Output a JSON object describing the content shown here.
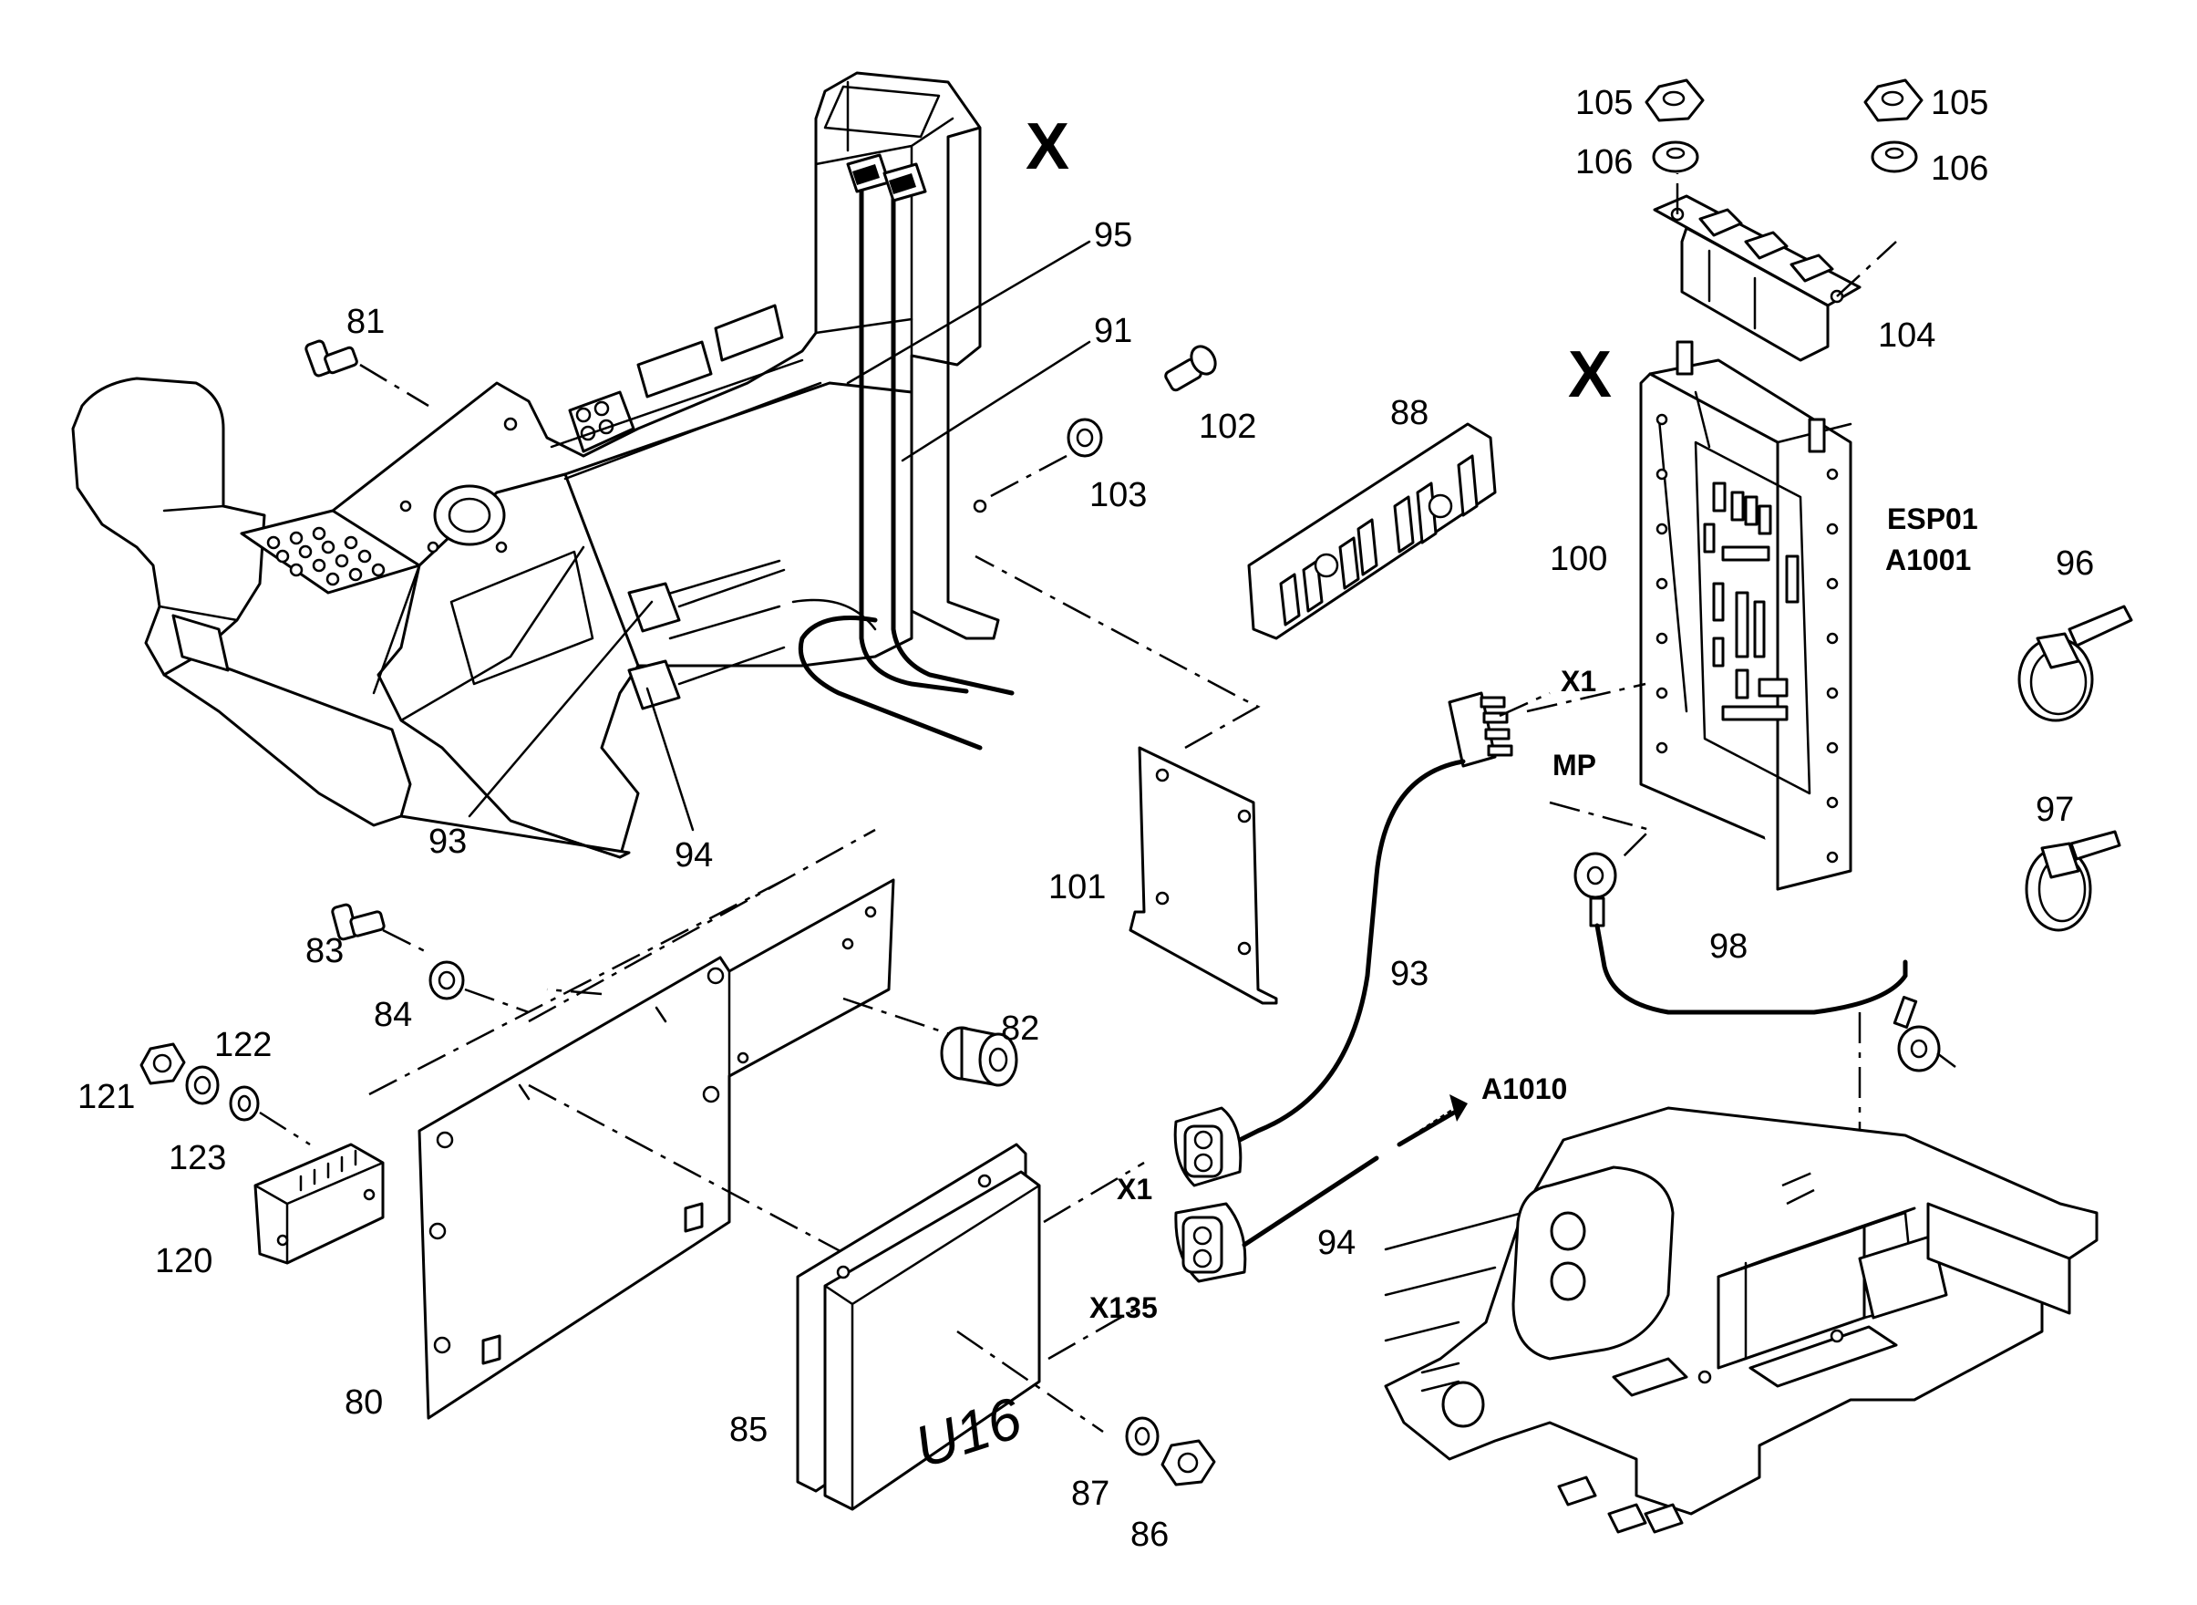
{
  "view_markers": [
    "X",
    "X"
  ],
  "callouts": {
    "p80": "80",
    "p81": "81",
    "p82": "82",
    "p83": "83",
    "p84": "84",
    "p85": "85",
    "p86": "86",
    "p87": "87",
    "p88": "88",
    "p91": "91",
    "p93a": "93",
    "p93b": "93",
    "p94a": "94",
    "p94b": "94",
    "p95": "95",
    "p96": "96",
    "p97": "97",
    "p98": "98",
    "p100": "100",
    "p101": "101",
    "p102": "102",
    "p103": "103",
    "p104": "104",
    "p105a": "105",
    "p105b": "105",
    "p106a": "106",
    "p106b": "106",
    "p120": "120",
    "p121": "121",
    "p122": "122",
    "p123": "123"
  },
  "connectors": {
    "x1_module": "X1",
    "mp": "MP",
    "x1_harness": "X1",
    "x135": "X135",
    "a1010": "A1010"
  },
  "module_labels": {
    "esp": "ESP01",
    "a1001": "A1001",
    "u16": "U16"
  }
}
